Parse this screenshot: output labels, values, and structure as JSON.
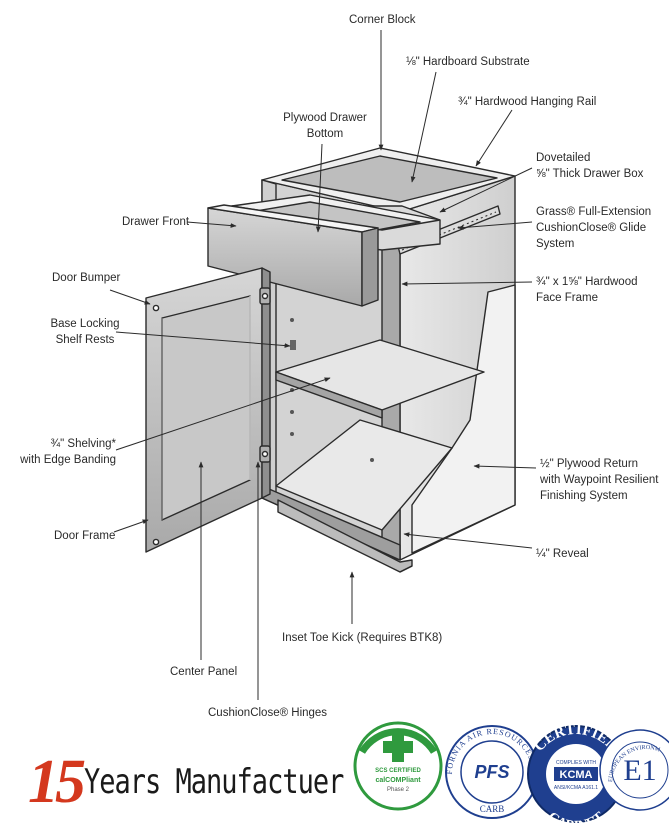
{
  "labels": {
    "corner_block": "Corner Block",
    "hardboard": "⅛\" Hardboard Substrate",
    "hanging_rail": "¾\" Hardwood Hanging Rail",
    "plywood_bottom": [
      "Plywood Drawer",
      "Bottom"
    ],
    "dovetailed": [
      "Dovetailed",
      "⅝\" Thick Drawer Box"
    ],
    "drawer_front": "Drawer Front",
    "grass_glide": [
      "Grass® Full-Extension",
      "CushionClose® Glide",
      "System"
    ],
    "door_bumper": "Door Bumper",
    "face_frame": [
      "¾\" x 1⅝\" Hardwood",
      "Face Frame"
    ],
    "shelf_rests": [
      "Base Locking",
      "Shelf Rests"
    ],
    "shelving": [
      "¾\" Shelving*",
      "with Edge Banding"
    ],
    "plywood_return": [
      "½\" Plywood Return",
      "with Waypoint Resilient",
      "Finishing System"
    ],
    "door_frame": "Door Frame",
    "reveal": "¼\" Reveal",
    "toe_kick": "Inset Toe Kick (Requires BTK8)",
    "center_panel": "Center Panel",
    "hinges": "CushionClose® Hinges"
  },
  "tagline": {
    "number": "15",
    "text": "Years Manufactuer"
  },
  "certifications": {
    "scs": {
      "top": "SCS CERTIFIED",
      "mid": "calCOMPliant",
      "sub": "Phase 2"
    },
    "carb": {
      "arc": "CALIFORNIA AIR RESOURCES BOARD",
      "center": "PFS",
      "bottom": "CARB"
    },
    "kcma": {
      "arc_top": "CERTIFIED",
      "arc_bottom": "CABINET",
      "center": "KCMA",
      "small_top": "COMPLIES WITH",
      "small_bottom": "ANSI/KCMA A161.1"
    },
    "e1": {
      "center": "E1",
      "arc": "EUROPEAN ENVIRONMENTAL PROTECTION STANDARD"
    }
  },
  "colors": {
    "line": "#2b2b2b",
    "face": "#e9e9e9",
    "shade": "#c9c9c9",
    "dark": "#8e8e8e",
    "accent_red": "#d4381e",
    "scs_green": "#2f9a3e",
    "cert_blue": "#1f3f8f"
  }
}
